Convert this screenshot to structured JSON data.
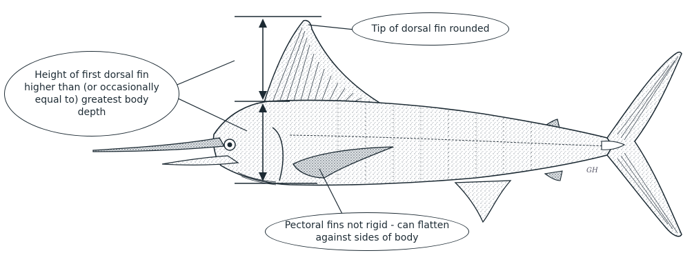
{
  "diagram": {
    "callouts": {
      "dorsal_tip": "Tip of dorsal fin rounded",
      "dorsal_height_lines": [
        "Height of first dorsal fin",
        "higher than (or occasionally",
        "equal to) greatest body",
        "depth"
      ],
      "pectoral_lines": [
        "Pectoral fins not rigid - can flatten",
        "against sides of body"
      ]
    },
    "artist_signature": "GH",
    "colors": {
      "ink": "#1c2a33",
      "background": "#ffffff"
    },
    "subject": "marlin-illustration"
  }
}
